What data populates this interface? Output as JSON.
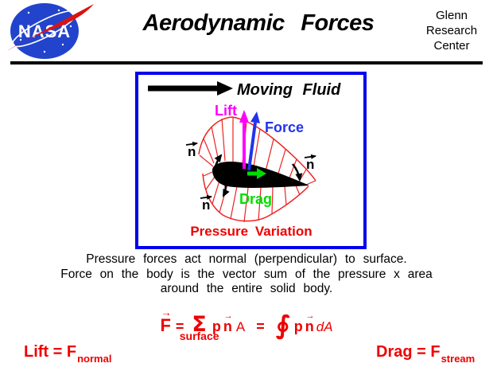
{
  "header": {
    "logo_text": "NASA",
    "title": "Aerodynamic Forces",
    "org_lines": [
      "Glenn",
      "Research",
      "Center"
    ]
  },
  "diagram": {
    "moving_fluid_label": "Moving Fluid",
    "lift_label": "Lift",
    "force_label": "Force",
    "drag_label": "Drag",
    "normal_vector_label": "n",
    "caption": "Pressure Variation",
    "colors": {
      "lift": "#ff00ff",
      "force": "#2233ee",
      "drag": "#00dd00",
      "pressure_red": "#ee0000",
      "box_border": "#0000ee",
      "airfoil": "#000000",
      "nasa_blue": "#2244cc",
      "nasa_swoosh_red": "#dd1111"
    }
  },
  "body_text": {
    "line1": "Pressure forces act normal (perpendicular) to surface.",
    "line2": "Force on the body is the vector sum of the pressure x area",
    "line3": "around the entire solid body."
  },
  "equation": {
    "F": "F",
    "eq1": "=",
    "sum": "Σ",
    "sum_sub": "surface",
    "p1": "p",
    "n1": "n",
    "A": "A",
    "eq2": "=",
    "integral": "∮",
    "p2": "p",
    "n2": "n",
    "dA": "dA"
  },
  "footer": {
    "lift_prefix": "Lift = F",
    "lift_subscript": "normal",
    "drag_prefix": "Drag = F",
    "drag_subscript": "stream"
  }
}
